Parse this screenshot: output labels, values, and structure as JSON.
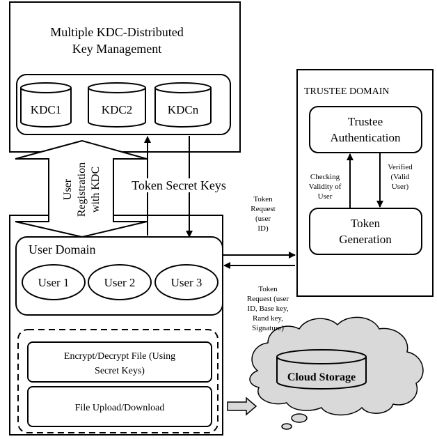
{
  "kdc_panel": {
    "title_line1": "Multiple KDC-Distributed",
    "title_line2": "Key Management",
    "nodes": [
      "KDC1",
      "KDC2",
      "KDCn"
    ]
  },
  "registration_label": {
    "line1": "User",
    "line2": "Registration",
    "line3": "with KDC"
  },
  "token_secret_keys": "Token Secret Keys",
  "trustee_panel": {
    "title": "TRUSTEE DOMAIN",
    "authentication": {
      "line1": "Trustee",
      "line2": "Authentication"
    },
    "generation": {
      "line1": "Token",
      "line2": "Generation"
    },
    "checking_label": {
      "line1": "Checking",
      "line2": "Validity of",
      "line3": "User"
    },
    "verified_label": {
      "line1": "Verified",
      "line2": "(Valid",
      "line3": "User)"
    }
  },
  "token_request_top": {
    "line1": "Token",
    "line2": "Request",
    "line3": "(user",
    "line4": "ID)"
  },
  "token_request_bottom": {
    "line1": "Token",
    "line2": "Request (user",
    "line3": "ID, Base key,",
    "line4": "Rand key,",
    "line5": "Signature)"
  },
  "user_domain": {
    "title": "User Domain",
    "users": [
      "User 1",
      "User 2",
      "User 3"
    ]
  },
  "file_ops": {
    "encrypt_line1": "Encrypt/Decrypt File (Using",
    "encrypt_line2": "Secret Keys)",
    "upload": "File Upload/Download"
  },
  "cloud": {
    "label": "Cloud Storage",
    "color": "#d9d9d9"
  }
}
